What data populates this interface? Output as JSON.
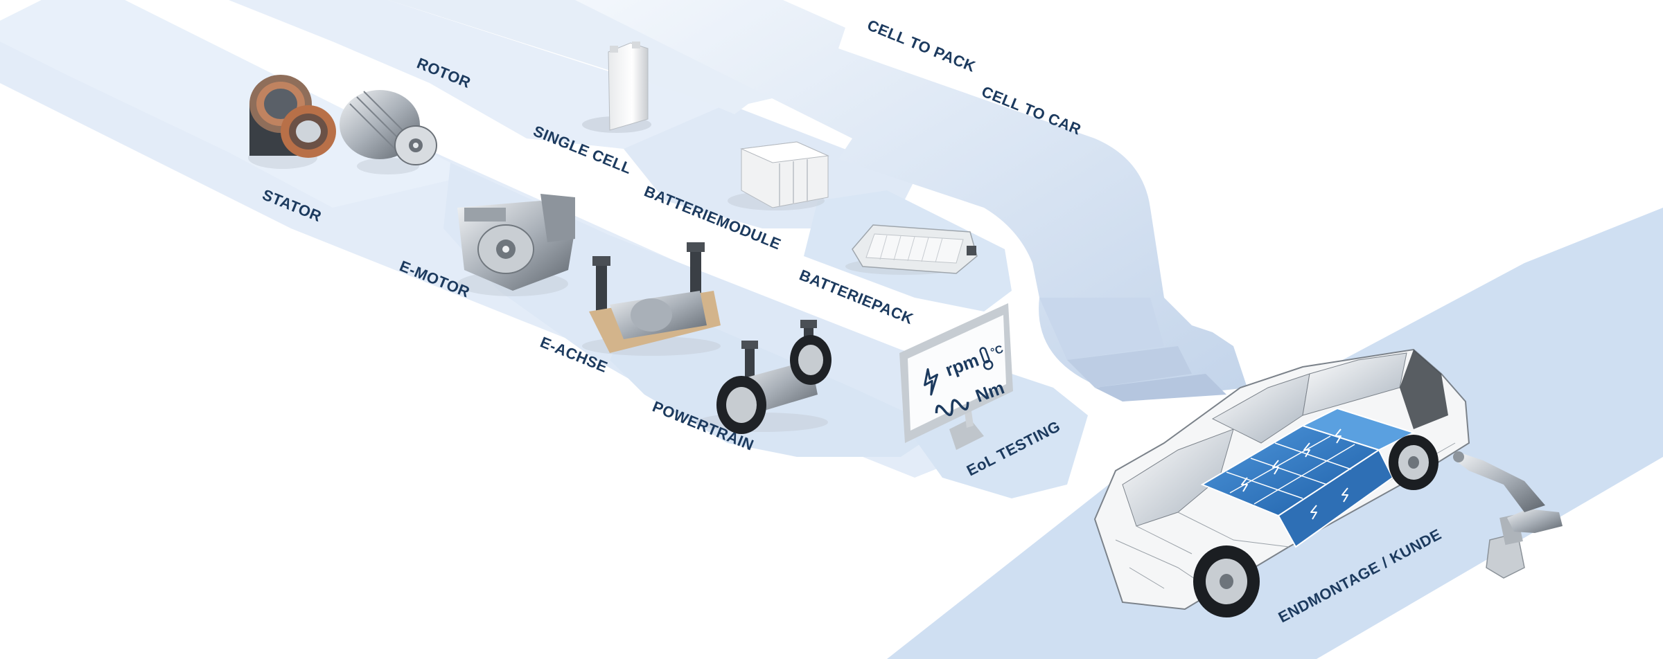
{
  "labels": {
    "stator": "STATOR",
    "rotor": "ROTOR",
    "e_motor": "E-MOTOR",
    "e_achse": "E-ACHSE",
    "powertrain": "POWERTRAIN",
    "single_cell": "SINGLE CELL",
    "batteriemodule": "BATTERIEMODULE",
    "batteriepack": "BATTERIEPACK",
    "cell_to_pack": "CELL TO PACK",
    "cell_to_car": "CELL TO CAR",
    "eol_testing": "EoL TESTING",
    "endmontage": "ENDMONTAGE / KUNDE"
  },
  "monitor": {
    "rpm": "rpm",
    "nm": "Nm",
    "celsius": "°C"
  },
  "colors": {
    "band_light": "#e3ecf8",
    "band_mid": "#d5e3f4",
    "band_strong": "#cfdff2",
    "label_text": "#1c3a5e",
    "battery_blue": "#2f78c4",
    "metal": "#b8bec6"
  }
}
